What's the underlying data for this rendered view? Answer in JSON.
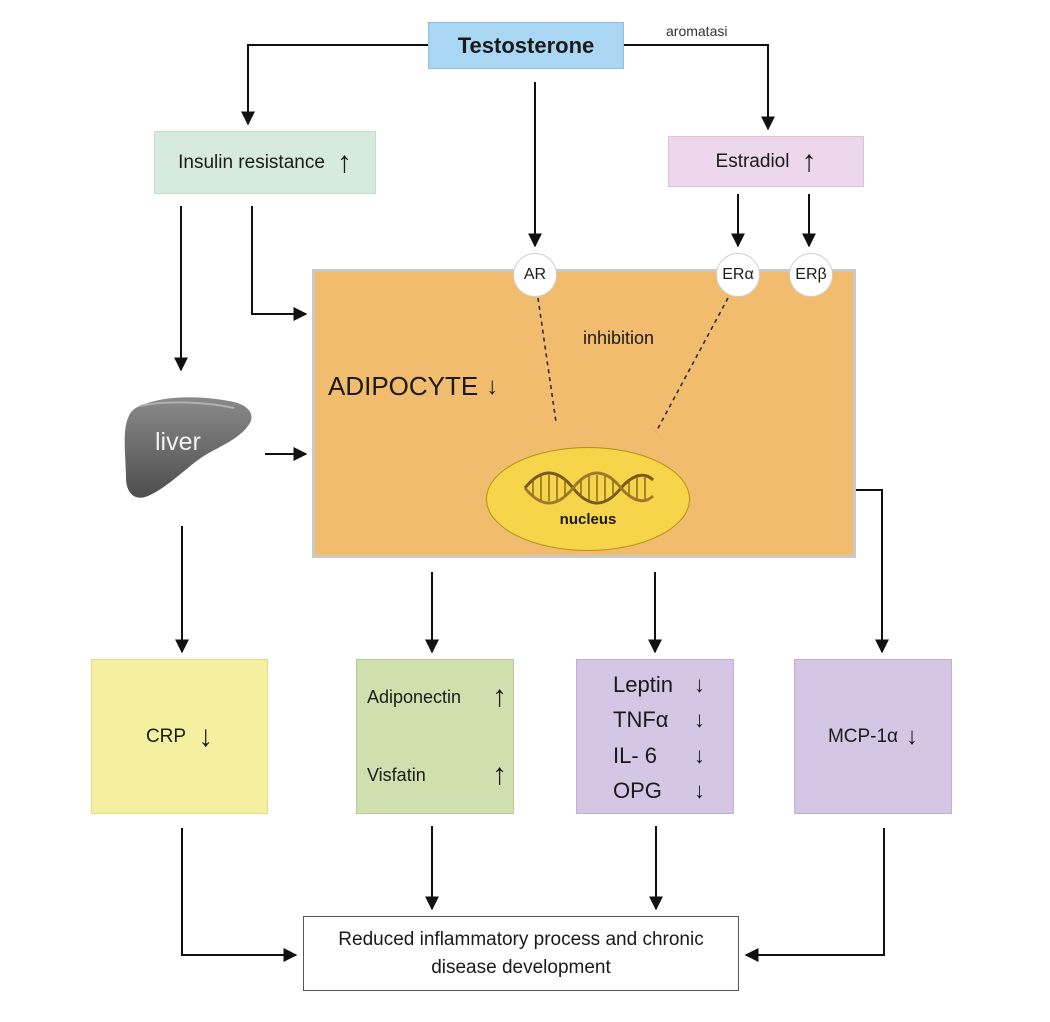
{
  "top": {
    "testosterone": "Testosterone",
    "aromatase_label": "aromatasi"
  },
  "upstream": {
    "insulin_label": "Insulin resistance",
    "insulin_arrow": "↑",
    "estradiol_label": "Estradiol",
    "estradiol_arrow": "↑"
  },
  "receptors": {
    "ar": "AR",
    "er_alpha": "ERα",
    "er_beta": "ERβ"
  },
  "adipocyte": {
    "label": "ADIPOCYTE",
    "arrow": "↓",
    "inhibition_label": "inhibition",
    "nucleus_label": "nucleus"
  },
  "liver": {
    "label": "liver"
  },
  "outputs": {
    "crp": {
      "label": "CRP",
      "arrow": "↓"
    },
    "adipokines": [
      {
        "label": "Adiponectin",
        "arrow": "↑"
      },
      {
        "label": "Visfatin",
        "arrow": "↑"
      }
    ],
    "cytokines": [
      {
        "label": "Leptin",
        "arrow": "↓"
      },
      {
        "label": "TNFα",
        "arrow": "↓"
      },
      {
        "label": "IL- 6",
        "arrow": "↓"
      },
      {
        "label": "OPG",
        "arrow": "↓"
      }
    ],
    "mcp": {
      "label": "MCP-1α",
      "arrow": "↓"
    }
  },
  "result": {
    "line1": "Reduced inflammatory process and chronic",
    "line2": "disease development"
  },
  "colors": {
    "testosterone_fill": "#a9d6f2",
    "insulin_fill": "#d6ebde",
    "estradiol_fill": "#ecd7ec",
    "adipocyte_fill": "#f2bc6f",
    "nucleus_fill": "#f7d54a",
    "crp_fill": "#f5f0a0",
    "adipokine_fill": "#cfdfae",
    "cytokine_fill": "#d6c6e6",
    "liver_fill": "#6b6b6b"
  }
}
